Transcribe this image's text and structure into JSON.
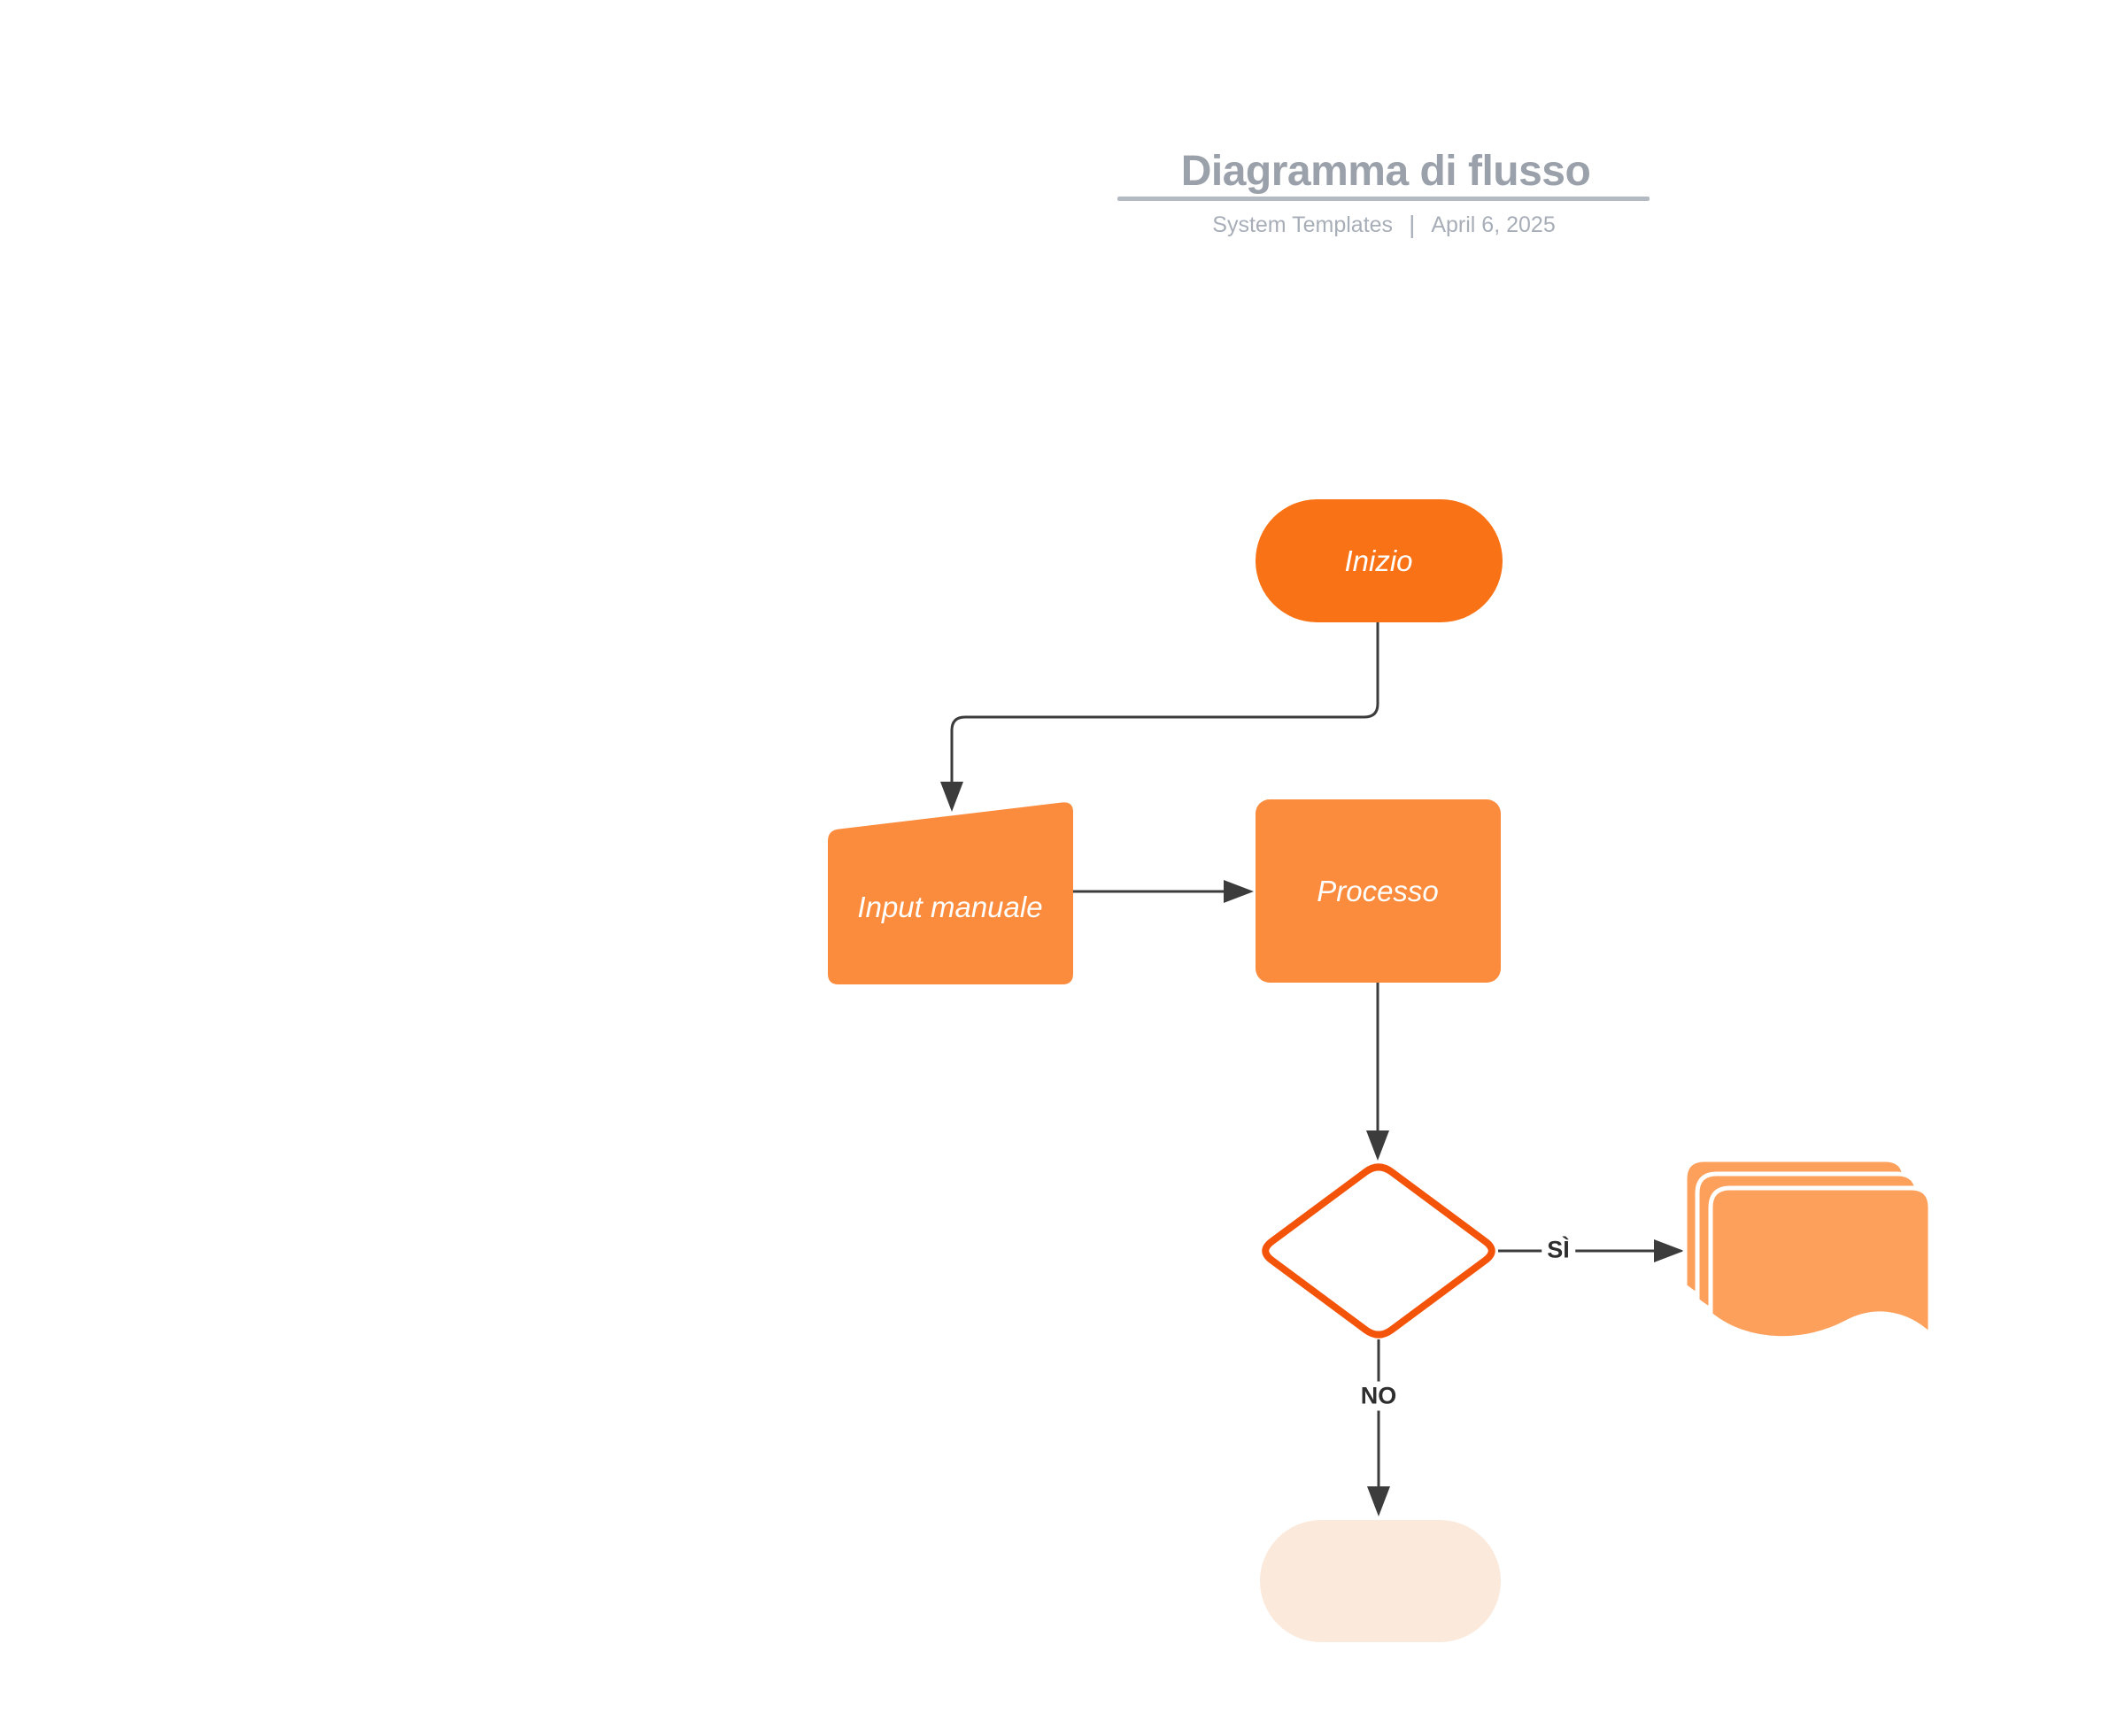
{
  "header": {
    "title": "Diagramma di flusso",
    "subtitle_left": "System Templates",
    "subtitle_separator": "|",
    "subtitle_right": "April 6, 2025"
  },
  "nodes": {
    "start": {
      "label": "Inizio",
      "type": "terminator"
    },
    "manual_input": {
      "label": "Input manuale",
      "type": "manual-input"
    },
    "process": {
      "label": "Processo",
      "type": "process"
    },
    "decision": {
      "label": "",
      "type": "decision"
    },
    "documents": {
      "label": "",
      "type": "multi-document"
    },
    "end": {
      "label": "",
      "type": "terminator"
    }
  },
  "edges": {
    "yes_label": "SÌ",
    "no_label": "NO"
  },
  "colors": {
    "start_fill": "#F97316",
    "process_fill": "#FB8C3E",
    "manual_input_fill": "#FB8C3E",
    "decision_stroke": "#F4540A",
    "document_fill": "#FCA05C",
    "end_fill": "#FBE9DC",
    "connector": "#3C3C3C",
    "title_text": "#9BA1AB",
    "subtitle_text": "#A8AEB8",
    "underline": "#B4BAC1",
    "label_text": "#2E2E2E",
    "shape_text": "#FFFFFF"
  }
}
